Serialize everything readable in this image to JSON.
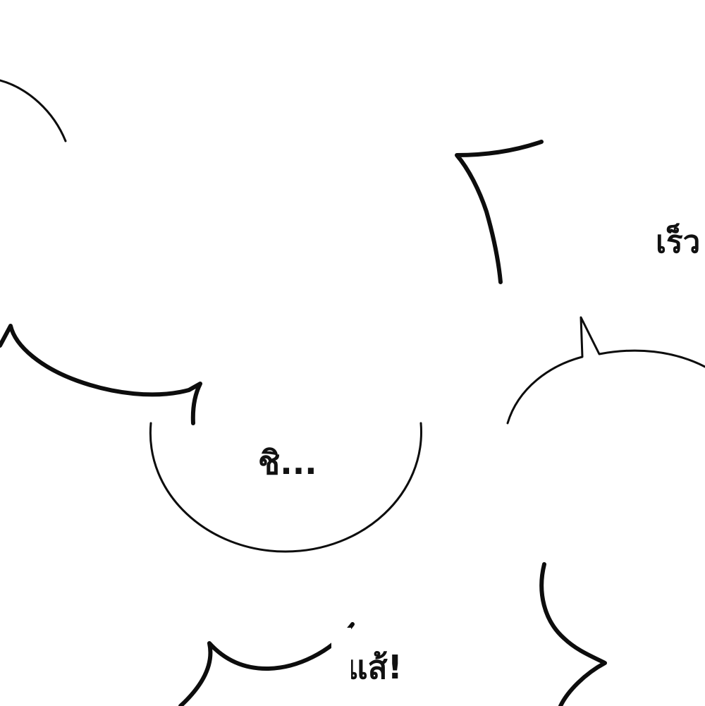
{
  "colors": {
    "background": "#ffffff",
    "ink": "#0d0d0d",
    "text": "#111111"
  },
  "bubbles": {
    "top_right_text": "เร็ว",
    "center_text": "ชิ...",
    "bottom_text": "แส้!"
  }
}
